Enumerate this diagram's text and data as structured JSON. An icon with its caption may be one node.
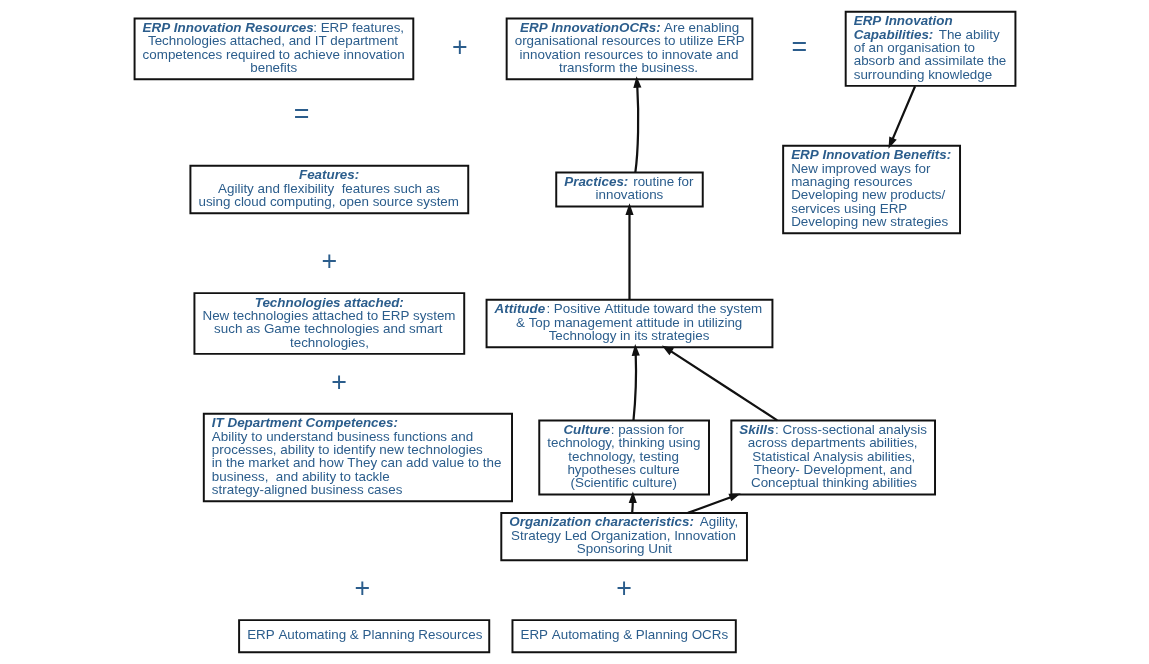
{
  "diagram": {
    "nodes": [
      {
        "text": [
          "**ERP Innovation Resources**: ERP features, Technologies attached, and IT department competences required to achieve innovation benefits"
        ]
      },
      {
        "text": [
          "**ERP InnovationOCRs:** Are enabling organisational resources to utilize ERP innovation resources to innovate and transform the business."
        ]
      },
      {
        "text": [
          "**ERP Innovation Capabilities:** The ability of an organisation to absorb and assimilate the surrounding knowledge"
        ]
      },
      {
        "text": [
          "**Features:**",
          "Agility and flexibility  features such as using cloud computing, open source system"
        ]
      },
      {
        "text": [
          "**Technologies attached:**",
          "New technologies attached to ERP system such as Game technologies and smart technologies,"
        ]
      },
      {
        "text": [
          "**IT Department Competences:**",
          "Ability to understand business functions and processes, ability to identify new technologies in the market and how They can add value to the business,  and ability to tackle strategy-aligned business cases"
        ]
      },
      {
        "text": [
          "ERP Automating & Planning Resources"
        ]
      },
      {
        "text": [
          "**Practices:** routine for innovations"
        ]
      },
      {
        "text": [
          "**Attitude**: Positive Attitude toward the system & Top management attitude in utilizing Technology in its strategies"
        ]
      },
      {
        "text": [
          "**ERP Innovation Benefits:**",
          "New improved ways for managing resources",
          "Developing new products/ services using ERP",
          "Developing new strategies"
        ]
      },
      {
        "text": [
          "**Culture**: passion for technology, thinking using technology, testing hypotheses culture (Scientific culture)"
        ]
      },
      {
        "text": [
          "**Skills**: Cross-sectional analysis across departments abilities, Statistical Analysis abilities, Theory- Development, and Conceptual thinking abilities"
        ]
      },
      {
        "text": [
          "**Organization characteristics:** Agility, Strategy Led Organization, Innovation Sponsoring Unit"
        ]
      },
      {
        "text": [
          "ERP Automating & Planning OCRs"
        ]
      }
    ],
    "edges": [
      {
        "from": 7,
        "to": 1,
        "arrow": "to"
      },
      {
        "from": 8,
        "to": 7,
        "arrow": "to"
      },
      {
        "from": 10,
        "to": 8,
        "arrow": "to"
      },
      {
        "from": 11,
        "to": 8,
        "arrow": "to"
      },
      {
        "from": 12,
        "to": 10,
        "arrow": "to"
      },
      {
        "from": 12,
        "to": 11,
        "arrow": "to"
      },
      {
        "from": 2,
        "to": 9,
        "arrow": "to"
      }
    ],
    "labels": [
      "+",
      "=",
      "=",
      "+",
      "+",
      "+",
      "+"
    ]
  }
}
